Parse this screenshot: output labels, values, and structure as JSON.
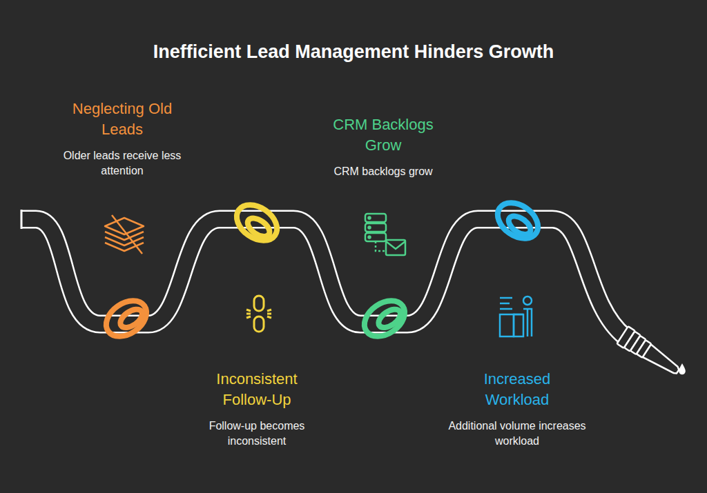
{
  "diagram": {
    "title": "Inefficient Lead Management Hinders Growth",
    "nodes": [
      {
        "text": [
          "Neglecting Old Leads",
          "Older leads receive less attention"
        ]
      },
      {
        "text": [
          "Inconsistent Follow-Up",
          "Follow-up becomes inconsistent"
        ]
      },
      {
        "text": [
          "CRM Backlogs Grow",
          "CRM backlogs grow"
        ]
      },
      {
        "text": [
          "Increased Workload",
          "Additional volume increases workload"
        ]
      }
    ]
  }
}
